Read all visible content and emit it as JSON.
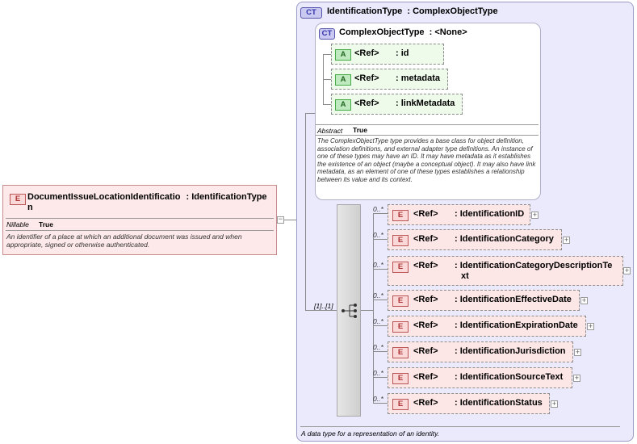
{
  "root": {
    "badge": "E",
    "name_line1": "DocumentIssueLocationIdentificatio",
    "name_line2": "n",
    "type": ": IdentificationType",
    "nillable_label": "Nillable",
    "nillable_value": "True",
    "description": "An identifier of a place at which an additional document was issued and when appropriate, signed or otherwise authenticated."
  },
  "outer_type": {
    "badge": "CT",
    "title": "IdentificationType",
    "type": ": ComplexObjectType",
    "footer": "A data type for a representation of an identity."
  },
  "inner_type": {
    "badge": "CT",
    "title": "ComplexObjectType",
    "type": ": <None>",
    "abstract_label": "Abstract",
    "abstract_value": "True",
    "description": "The ComplexObjectType type provides a base class for object definition, association definitions, and external adapter type definitions. An instance of one of these types may have an ID. It may have metadata as it establishes the existence of an object (maybe a conceptual object). It may also have link metadata, as an element of one of these types establishes a relationship between its value and its context."
  },
  "attributes": [
    {
      "badge": "A",
      "ref": "<Ref>",
      "name": ": id"
    },
    {
      "badge": "A",
      "ref": "<Ref>",
      "name": ": metadata"
    },
    {
      "badge": "A",
      "ref": "<Ref>",
      "name": ": linkMetadata"
    }
  ],
  "sequence": {
    "multiplicity": "[1]..[1]"
  },
  "elements": [
    {
      "badge": "E",
      "mult": "0..*",
      "ref": "<Ref>",
      "name": ": IdentificationID",
      "name2": ""
    },
    {
      "badge": "E",
      "mult": "0..*",
      "ref": "<Ref>",
      "name": ": IdentificationCategory",
      "name2": ""
    },
    {
      "badge": "E",
      "mult": "0..*",
      "ref": "<Ref>",
      "name": ": IdentificationCategoryDescriptionTe",
      "name2": "xt"
    },
    {
      "badge": "E",
      "mult": "0..*",
      "ref": "<Ref>",
      "name": ": IdentificationEffectiveDate",
      "name2": ""
    },
    {
      "badge": "E",
      "mult": "0..*",
      "ref": "<Ref>",
      "name": ": IdentificationExpirationDate",
      "name2": ""
    },
    {
      "badge": "E",
      "mult": "0..*",
      "ref": "<Ref>",
      "name": ": IdentificationJurisdiction",
      "name2": ""
    },
    {
      "badge": "E",
      "mult": "0..*",
      "ref": "<Ref>",
      "name": ": IdentificationSourceText",
      "name2": ""
    },
    {
      "badge": "E",
      "mult": "0..*",
      "ref": "<Ref>",
      "name": ": IdentificationStatus",
      "name2": ""
    }
  ],
  "colors": {
    "element_fill": "#fde6e6",
    "attribute_fill": "#eefbea",
    "complex_type_fill": "#eaeafc"
  }
}
